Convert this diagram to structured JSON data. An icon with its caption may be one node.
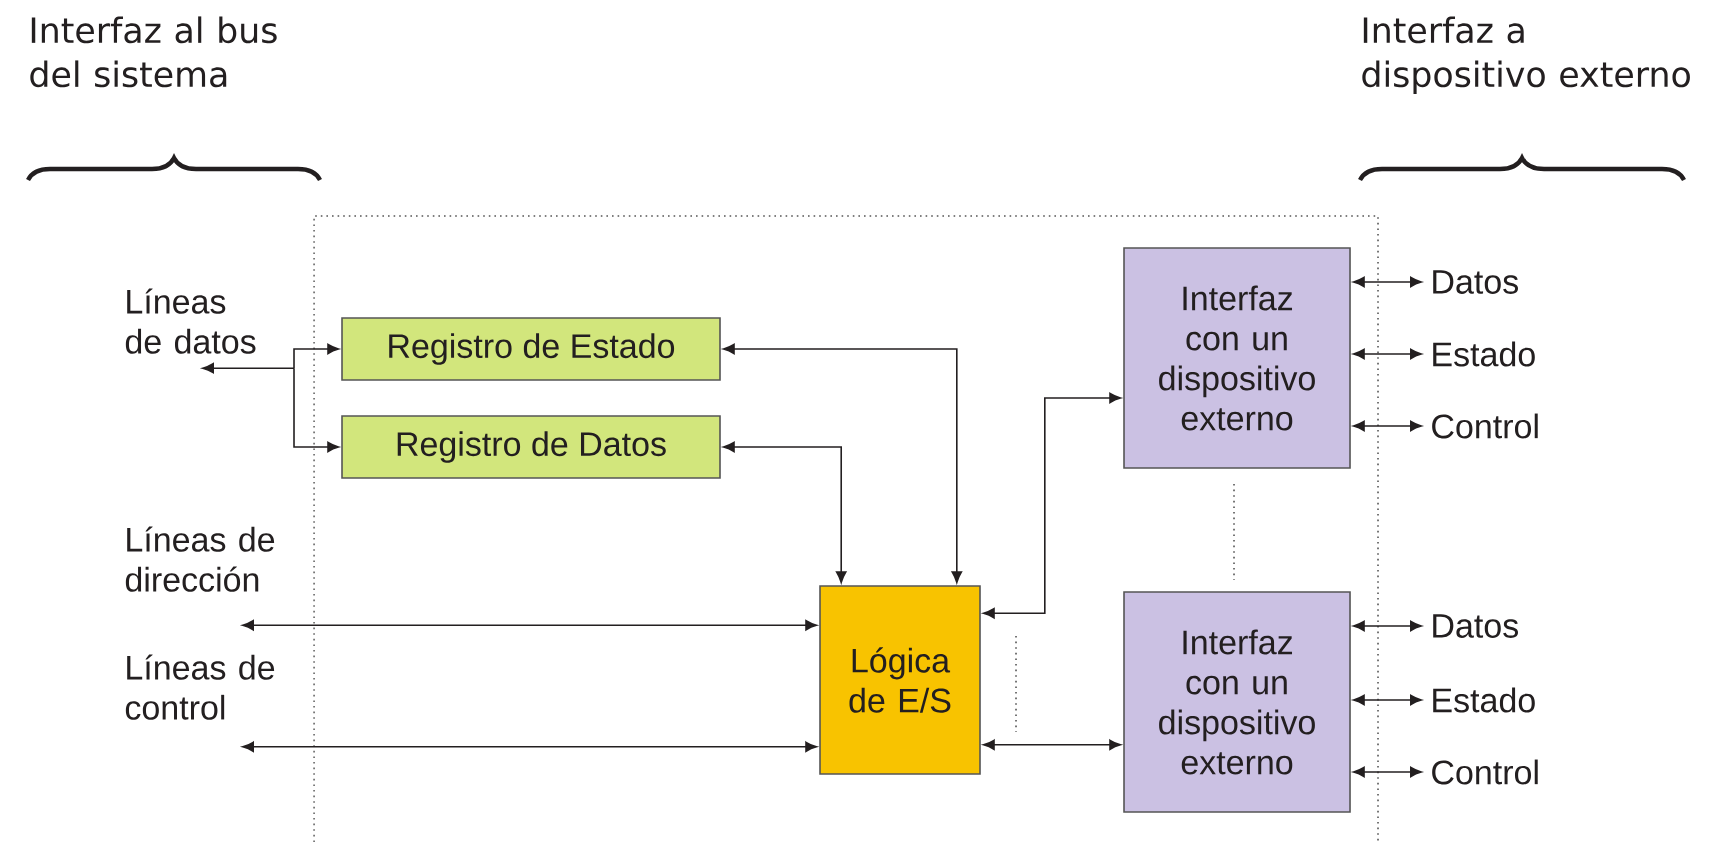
{
  "diagram": {
    "nodes": [
      {
        "text": [
          "Líneas de datos"
        ]
      },
      {
        "text": [
          "Registro de Estado"
        ]
      },
      {
        "text": [
          "Registro de Datos"
        ]
      },
      {
        "text": [
          "Líneas de dirección"
        ]
      },
      {
        "text": [
          "Líneas de control"
        ]
      },
      {
        "text": [
          "Lógica de E/S"
        ]
      },
      {
        "text": [
          "Interfaz con un dispositivo externo"
        ]
      },
      {
        "text": [
          "Interfaz con un dispositivo externo"
        ]
      },
      {
        "text": [
          "Datos"
        ]
      },
      {
        "text": [
          "Estado"
        ]
      },
      {
        "text": [
          "Control"
        ]
      },
      {
        "text": [
          "Datos"
        ]
      },
      {
        "text": [
          "Estado"
        ]
      },
      {
        "text": [
          "Control"
        ]
      }
    ],
    "edges": [
      {
        "from": 0,
        "to": 1,
        "arrow": "both"
      },
      {
        "from": 0,
        "to": 2,
        "arrow": "both"
      },
      {
        "from": 5,
        "to": 1,
        "arrow": "both"
      },
      {
        "from": 5,
        "to": 2,
        "arrow": "both"
      },
      {
        "from": 3,
        "to": 5,
        "arrow": "both"
      },
      {
        "from": 4,
        "to": 5,
        "arrow": "both"
      },
      {
        "from": 5,
        "to": 6,
        "arrow": "both"
      },
      {
        "from": 5,
        "to": 7,
        "arrow": "both"
      },
      {
        "from": 6,
        "to": 8,
        "arrow": "both"
      },
      {
        "from": 6,
        "to": 9,
        "arrow": "both"
      },
      {
        "from": 6,
        "to": 10,
        "arrow": "both"
      },
      {
        "from": 7,
        "to": 11,
        "arrow": "both"
      },
      {
        "from": 7,
        "to": 12,
        "arrow": "both"
      },
      {
        "from": 7,
        "to": 13,
        "arrow": "both"
      }
    ],
    "labels": [
      "Interfaz al bus del sistema",
      "Interfaz a dispositivo externo"
    ]
  }
}
